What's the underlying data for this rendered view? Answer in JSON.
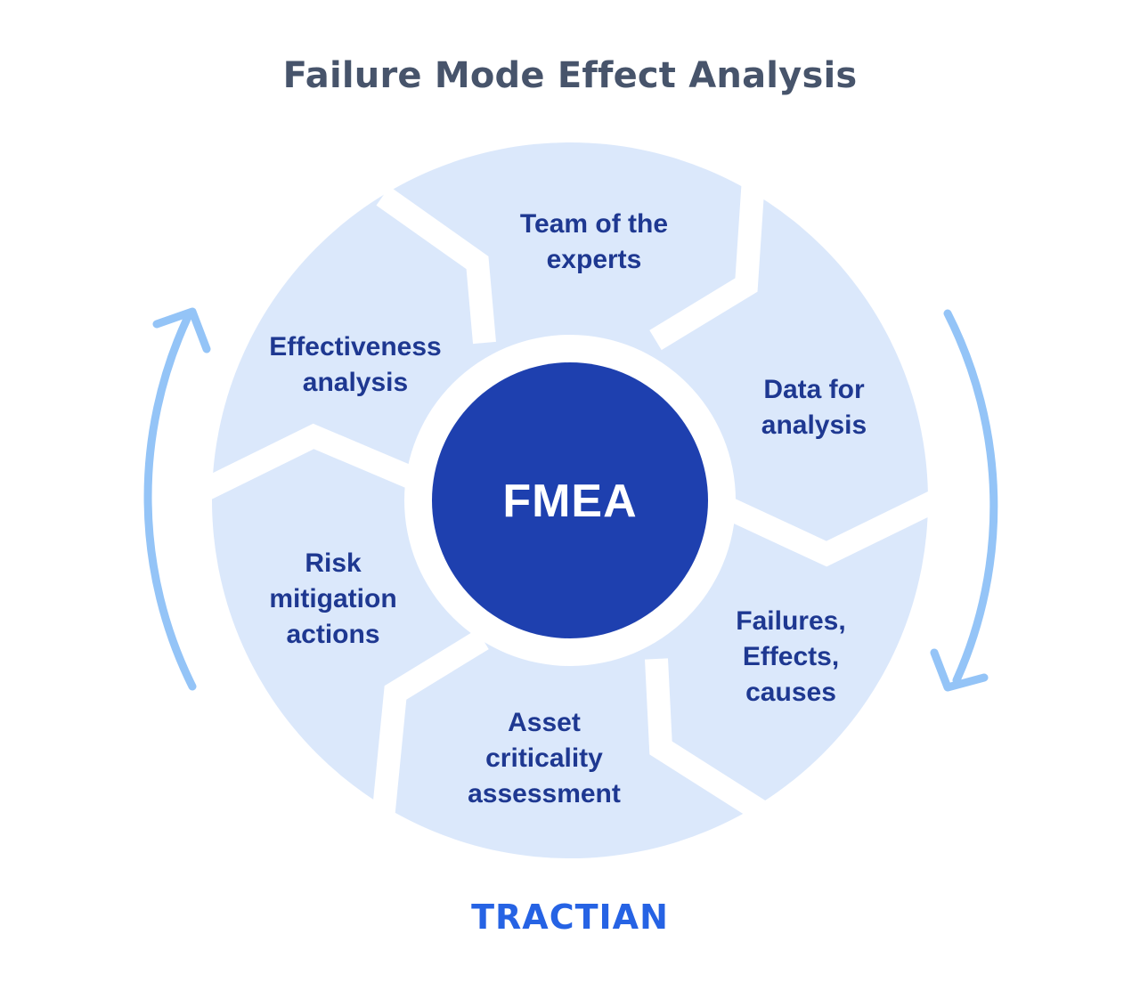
{
  "title": "Failure Mode Effect Analysis",
  "center": {
    "label": "FMEA"
  },
  "segments": [
    {
      "label": "Team of the\nexperts"
    },
    {
      "label": "Data for\nanalysis"
    },
    {
      "label": "Failures,\nEffects,\ncauses"
    },
    {
      "label": "Asset\ncriticality\nassessment"
    },
    {
      "label": "Risk\nmitigation\nactions"
    },
    {
      "label": "Effectiveness\nanalysis"
    }
  ],
  "logo": {
    "text": "TRACTIAN"
  },
  "colors": {
    "segment_fill": "#dbe8fb",
    "hub_fill": "#1e40af",
    "label_text": "#1e3891",
    "title_text": "#47546b",
    "arrow": "#94c4f7",
    "logo": "#2663e4"
  }
}
